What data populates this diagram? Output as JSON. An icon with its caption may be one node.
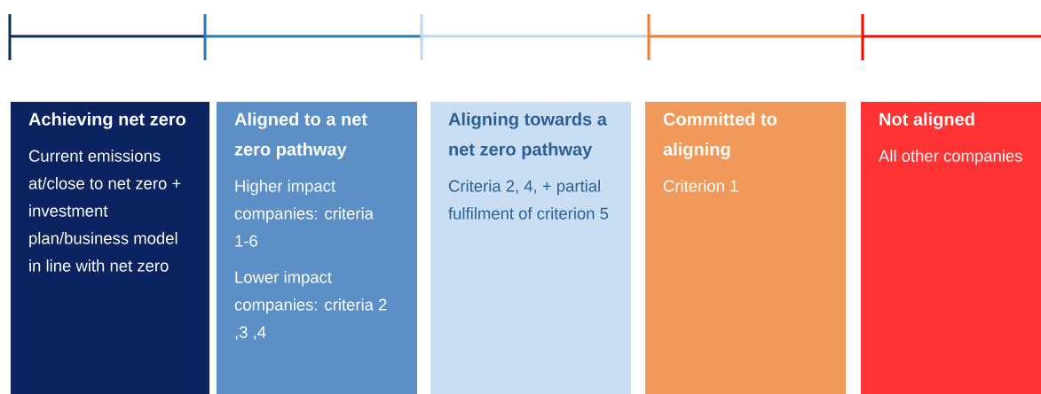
{
  "diagram": {
    "nodes": [
      {
        "text": [
          "Achieving net zero",
          "Current emissions at/close to net zero + investment plan/business model in line with net zero"
        ]
      },
      {
        "text": [
          "Aligned to a net zero pathway",
          "Higher impact companies: criteria 1-6",
          "Lower impact companies: criteria 2 ,3 ,4"
        ]
      },
      {
        "text": [
          "Aligning towards a net zero pathway",
          "Criteria 2, 4, + partial fulfilment of criterion 5"
        ]
      },
      {
        "text": [
          "Committed to aligning",
          "Criterion 1"
        ]
      },
      {
        "text": [
          "Not aligned",
          "All other companies"
        ]
      }
    ]
  }
}
